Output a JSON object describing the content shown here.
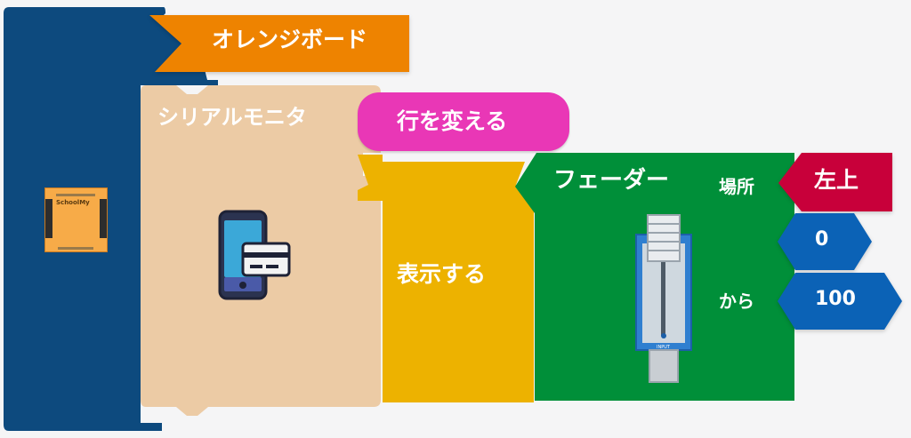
{
  "board_block": {
    "label": "オレンジボード",
    "board_text": "SchoolMy",
    "color": "#0d4a7e",
    "label_color": "#ee8300"
  },
  "monitor_block": {
    "label": "シリアルモニタ",
    "color": "#eccba5",
    "icon": "phone-card-icon"
  },
  "newline_block": {
    "label": "行を変える",
    "color": "#e937b6"
  },
  "display_block": {
    "label": "表示する",
    "color": "#edb200"
  },
  "fader_block": {
    "label": "フェーダー",
    "position_label": "場所",
    "position_value": "左上",
    "from_label": "から",
    "min_value": "0",
    "max_value": "100",
    "slider_caption": "INPUT",
    "color": "#008f39",
    "position_color": "#c8003a",
    "number_color": "#0b62b6",
    "icon": "fader-slider-icon"
  }
}
